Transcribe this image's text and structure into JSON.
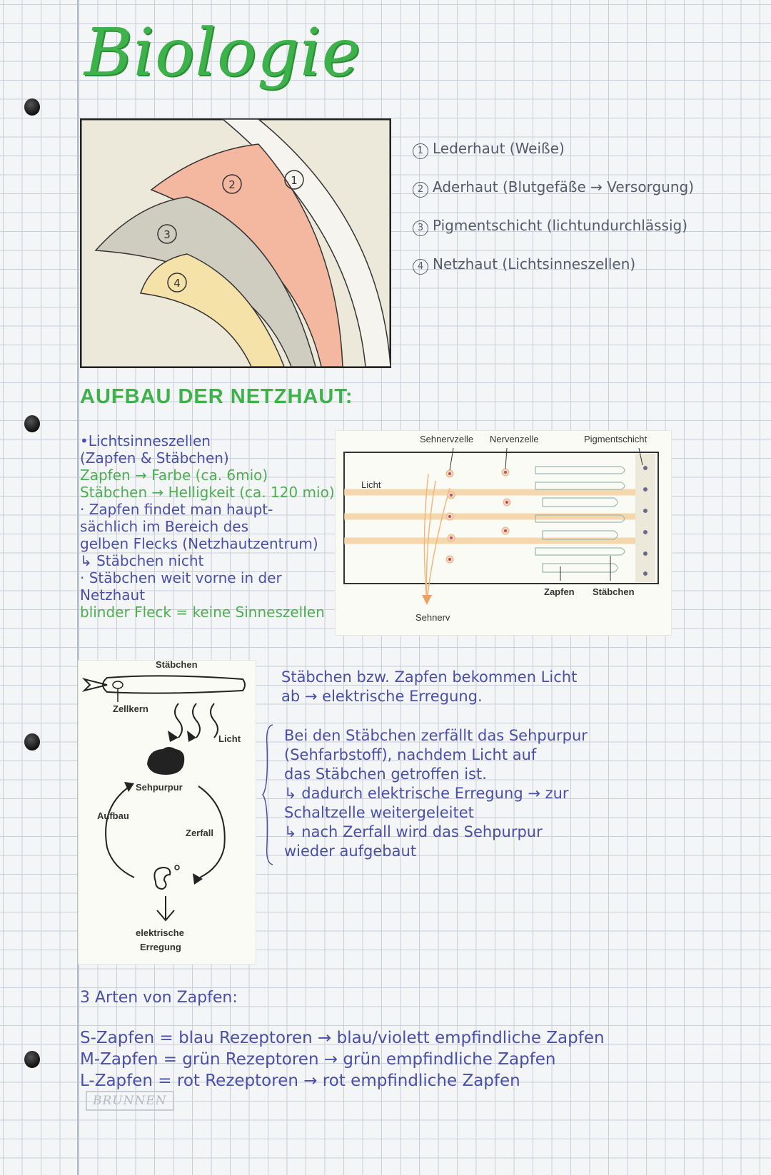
{
  "title": "Biologie",
  "eye_diagram": {
    "labels": [
      "1",
      "2",
      "3",
      "4"
    ],
    "colors": {
      "outer": "#f2f1ec",
      "aderhaut": "#f4b8a0",
      "pigment": "#cfcdbf",
      "netzhaut": "#f4e2a8",
      "background": "#ede9da"
    }
  },
  "legend": [
    {
      "num": "1",
      "text": "Lederhaut (Weiße)"
    },
    {
      "num": "2",
      "text": "Aderhaut (Blutgefäße → Versorgung)"
    },
    {
      "num": "3",
      "text": "Pigmentschicht (lichtundurchlässig)"
    },
    {
      "num": "4",
      "text": "Netzhaut (Lichtsinneszellen)"
    }
  ],
  "heading": "AUFBAU DER NETZHAUT:",
  "notes": [
    "•Lichtsinneszellen",
    " (Zapfen & Stäbchen)",
    "Zapfen → Farbe (ca. 6mio)",
    "Stäbchen → Helligkeit (ca. 120 mio)",
    "· Zapfen findet man haupt-",
    "  sächlich im Bereich des",
    "  gelben Flecks (Netzhautzentrum)",
    "  ↳ Stäbchen nicht",
    "· Stäbchen weit vorne in der",
    "  Netzhaut",
    "blinder Fleck = keine Sinneszellen"
  ],
  "retina_diagram": {
    "labels": {
      "sehnervzelle": "Sehnervzelle",
      "nervenzelle": "Nervenzelle",
      "pigmentschicht": "Pigmentschicht",
      "licht": "Licht",
      "sehnerv": "Sehnerv",
      "zapfen": "Zapfen",
      "staebchen": "Stäbchen"
    }
  },
  "cycle_diagram": {
    "labels": {
      "staebchen": "Stäbchen",
      "zellkern": "Zellkern",
      "licht": "Licht",
      "sehpurpur": "Sehpurpur",
      "aufbau": "Aufbau",
      "zerfall": "Zerfall",
      "erregung1": "elektrische",
      "erregung2": "Erregung"
    }
  },
  "text_right_top": [
    "Stäbchen bzw. Zapfen bekommen Licht",
    "ab → elektrische Erregung."
  ],
  "text_right_bottom": [
    "Bei den Stäbchen zerfällt das Sehpurpur",
    "(Sehfarbstoff), nachdem Licht auf",
    "das Stäbchen getroffen ist.",
    "↳ dadurch elektrische Erregung → zur",
    "  Schaltzelle weitergeleitet",
    "↳ nach Zerfall wird das Sehpurpur",
    "  wieder aufgebaut"
  ],
  "zapfen_heading": "3 Arten von Zapfen:",
  "zapfen_list": [
    "S-Zapfen = blau Rezeptoren → blau/violett empfindliche Zapfen",
    "M-Zapfen = grün Rezeptoren → grün empfindliche Zapfen",
    "L-Zapfen = rot Rezeptoren → rot empfindliche Zapfen"
  ],
  "brand": "BRUNNEN"
}
